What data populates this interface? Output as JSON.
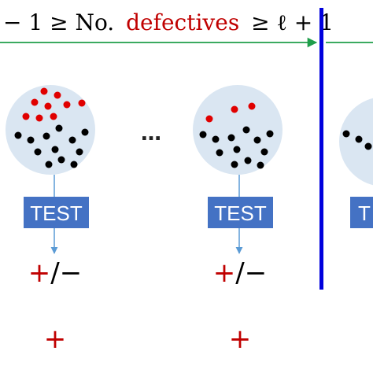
{
  "colors": {
    "defective": "#e00000",
    "nondefective": "#000000",
    "pool_fill": "#dae6f2",
    "test_box": "#4472c4",
    "arrow_green": "#1f9e4a",
    "divider_blue": "#0000dd",
    "red_text": "#c00000"
  },
  "title": {
    "left": "− 1 ≥ No.",
    "highlight": "defectives",
    "right": "≥ ℓ + 1"
  },
  "ellipsis": "…",
  "pools": [
    {
      "test_label": "TEST",
      "outcome_plus": "+",
      "outcome_rest": "/−",
      "result": "+"
    },
    {
      "test_label": "TEST",
      "outcome_plus": "+",
      "outcome_rest": "/−",
      "result": "+"
    },
    {
      "test_label": "T"
    }
  ]
}
